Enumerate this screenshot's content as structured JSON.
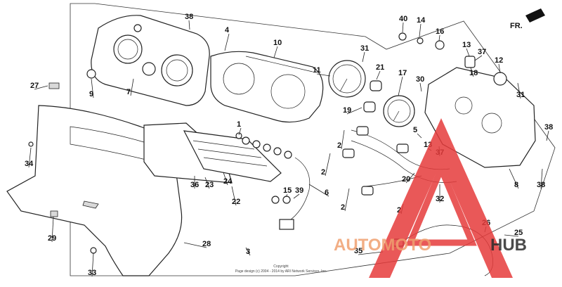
{
  "diagram": {
    "direction_label": "FR.",
    "callouts": [
      {
        "id": "1",
        "label": "1"
      },
      {
        "id": "2a",
        "label": "2"
      },
      {
        "id": "2b",
        "label": "2"
      },
      {
        "id": "2c",
        "label": "2"
      },
      {
        "id": "2d",
        "label": "2"
      },
      {
        "id": "3",
        "label": "3"
      },
      {
        "id": "4",
        "label": "4"
      },
      {
        "id": "5",
        "label": "5"
      },
      {
        "id": "6",
        "label": "6"
      },
      {
        "id": "7",
        "label": "7"
      },
      {
        "id": "8",
        "label": "8"
      },
      {
        "id": "9",
        "label": "9"
      },
      {
        "id": "10",
        "label": "10"
      },
      {
        "id": "11",
        "label": "11"
      },
      {
        "id": "12",
        "label": "12"
      },
      {
        "id": "13a",
        "label": "13"
      },
      {
        "id": "13b",
        "label": "13"
      },
      {
        "id": "14",
        "label": "14"
      },
      {
        "id": "15",
        "label": "15"
      },
      {
        "id": "16",
        "label": "16"
      },
      {
        "id": "17",
        "label": "17"
      },
      {
        "id": "18",
        "label": "18"
      },
      {
        "id": "19",
        "label": "19"
      },
      {
        "id": "20",
        "label": "20"
      },
      {
        "id": "21",
        "label": "21"
      },
      {
        "id": "22",
        "label": "22"
      },
      {
        "id": "23",
        "label": "23"
      },
      {
        "id": "24",
        "label": "24"
      },
      {
        "id": "25",
        "label": "25"
      },
      {
        "id": "26",
        "label": "26"
      },
      {
        "id": "27",
        "label": "27"
      },
      {
        "id": "28",
        "label": "28"
      },
      {
        "id": "29",
        "label": "29"
      },
      {
        "id": "30",
        "label": "30"
      },
      {
        "id": "31a",
        "label": "31"
      },
      {
        "id": "31b",
        "label": "31"
      },
      {
        "id": "32",
        "label": "32"
      },
      {
        "id": "33",
        "label": "33"
      },
      {
        "id": "34",
        "label": "34"
      },
      {
        "id": "35",
        "label": "35"
      },
      {
        "id": "36",
        "label": "36"
      },
      {
        "id": "37a",
        "label": "37"
      },
      {
        "id": "37b",
        "label": "37"
      },
      {
        "id": "38a",
        "label": "38"
      },
      {
        "id": "38b",
        "label": "38"
      },
      {
        "id": "38c",
        "label": "38"
      },
      {
        "id": "39",
        "label": "39"
      },
      {
        "id": "40",
        "label": "40"
      }
    ],
    "copyright_line1": "Copyright",
    "copyright_line2": "Page design (c) 2004 - 2014 by ARI Network Services, Inc."
  },
  "watermark": {
    "brand_part1": "AUTOMOTO",
    "brand_part2": "HUB",
    "color_primary": "#f0a070",
    "color_secondary": "#2b2b2b",
    "color_triangle": "#e63b3b"
  }
}
